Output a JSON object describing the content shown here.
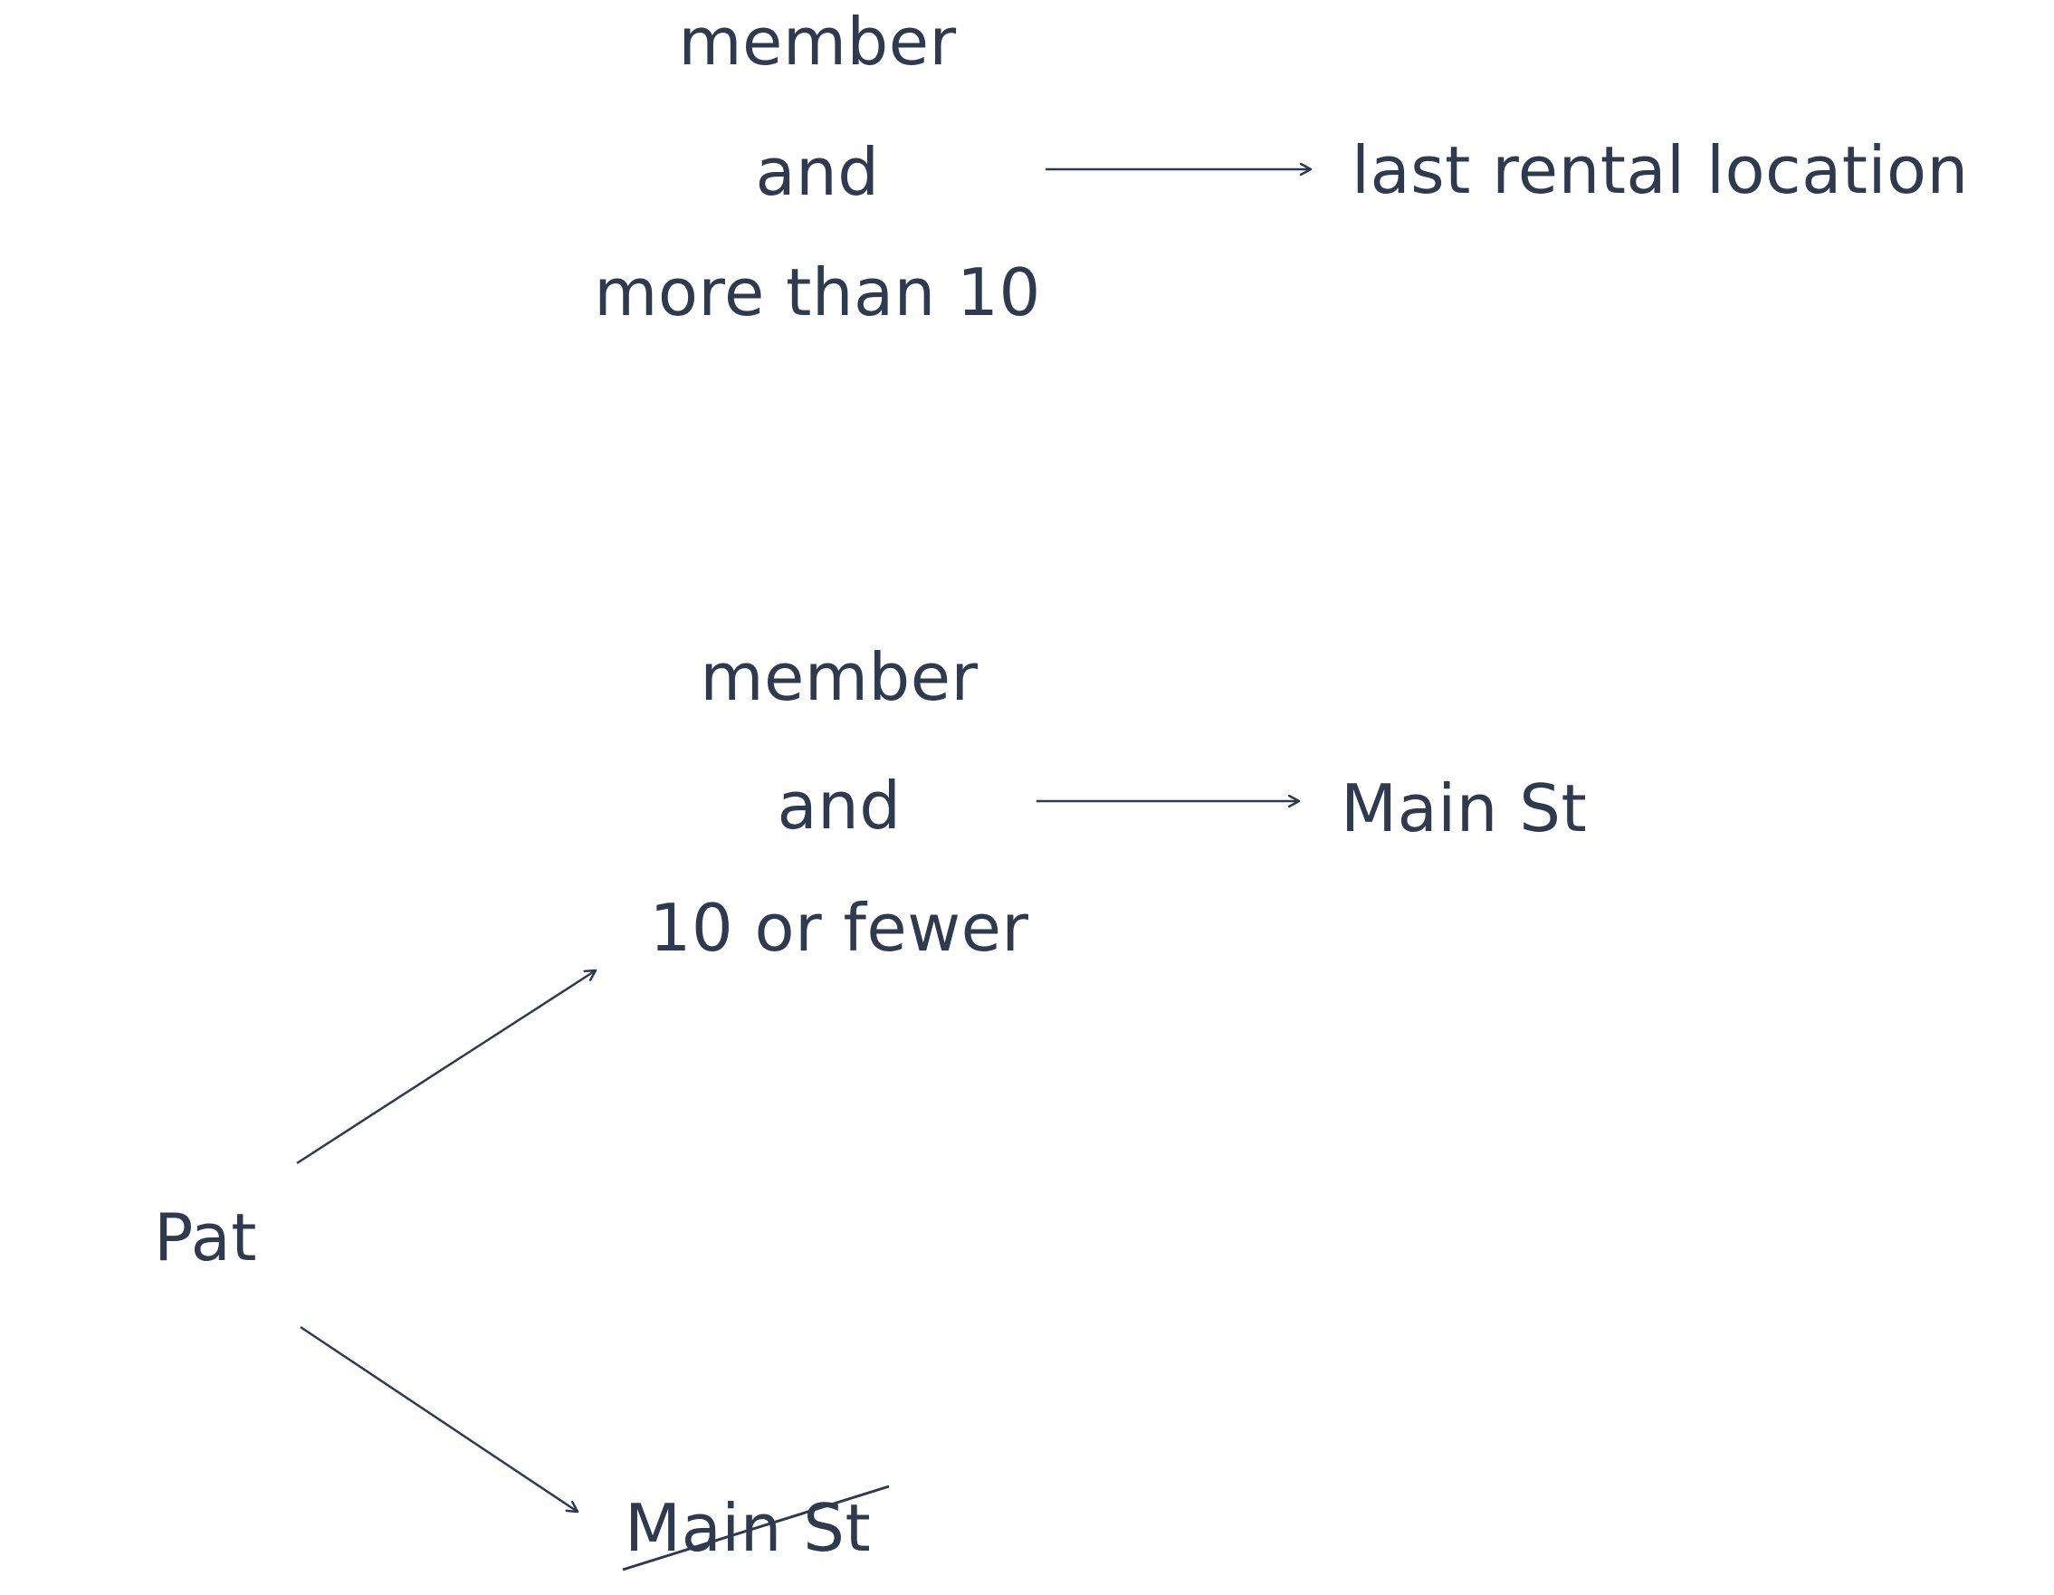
{
  "diagram": {
    "top_rule": {
      "line1": "member",
      "line2": "and",
      "line3": "more than 10",
      "result": "last rental location"
    },
    "middle_rule": {
      "line1": "member",
      "line2": "and",
      "line3": "10 or fewer",
      "result": "Main St"
    },
    "person": "Pat",
    "crossed_out_result": "Main St"
  },
  "colors": {
    "text": "#2f3a4f",
    "arrow": "#2f3a4f"
  }
}
